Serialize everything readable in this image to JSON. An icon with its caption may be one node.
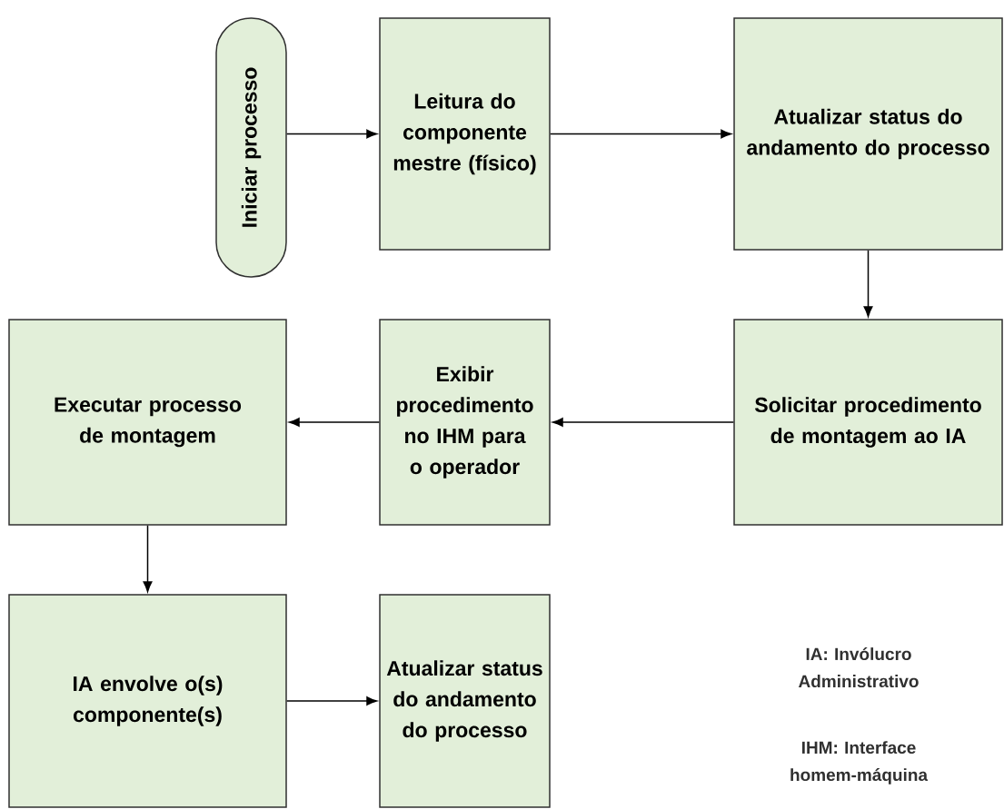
{
  "diagram": {
    "nodes": [
      {
        "text": [
          "Iniciar processo"
        ]
      },
      {
        "text": [
          "Leitura do componente mestre (físico)"
        ]
      },
      {
        "text": [
          "Atualizar status do andamento do processo"
        ]
      },
      {
        "text": [
          "Solicitar procedimento de montagem ao IA"
        ]
      },
      {
        "text": [
          "Exibir procedimento no IHM para o operador"
        ]
      },
      {
        "text": [
          "Executar processo de montagem"
        ]
      },
      {
        "text": [
          "IA envolve o(s) componente(s)"
        ]
      },
      {
        "text": [
          "Atualizar status do andamento do processo"
        ]
      }
    ],
    "edges": [
      {
        "from": 0,
        "to": 1,
        "arrow": "to"
      },
      {
        "from": 1,
        "to": 2,
        "arrow": "to"
      },
      {
        "from": 2,
        "to": 3,
        "arrow": "to"
      },
      {
        "from": 3,
        "to": 4,
        "arrow": "to"
      },
      {
        "from": 4,
        "to": 5,
        "arrow": "to"
      },
      {
        "from": 5,
        "to": 6,
        "arrow": "to"
      },
      {
        "from": 6,
        "to": 7,
        "arrow": "to"
      }
    ],
    "labels": [
      "IA: Invólucro Administrativo",
      "IHM: Interface homem-máquina"
    ]
  }
}
